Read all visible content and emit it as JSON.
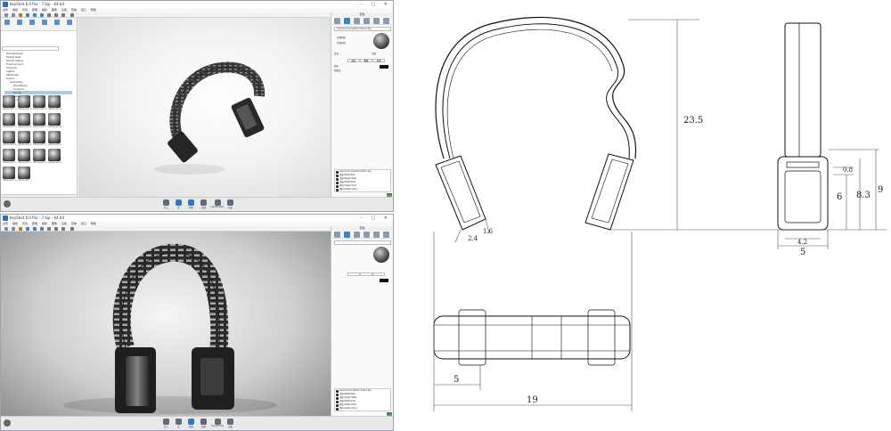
{
  "top_window": {
    "title": "KeyShot 6.0 Pro - 7.bip - 64 bit",
    "menu": [
      "文件",
      "编辑",
      "环境",
      "照明",
      "相机",
      "图像",
      "渲染",
      "查看",
      "窗口",
      "帮助"
    ],
    "left_tree": [
      "Headphones",
      "Model Sets",
      "Studio Setup",
      "Environment",
      "Camera",
      "Lights",
      "Materials",
      "Scene",
      "Geometry",
      "Headband",
      "Cushion",
      "Screw",
      "Speaker",
      "Side Cap"
    ],
    "materials": [
      "Aluminum 1",
      "Aluminum 2",
      "Aluminum 3",
      "Aluminum 4",
      "Aluminum 5",
      "Aluminum 6",
      "Aluminum 7",
      "Aluminum 8",
      "Aluminum 9",
      "Aluminum 10",
      "Aluminum 11",
      "Aluminum 12",
      "Aluminum 13",
      "Aluminum 14",
      "Aluminum 15",
      "Aluminum 16",
      "Aluminum 17",
      "Aluminum 18"
    ],
    "right_panel": {
      "title": "项目",
      "name_field": "Aluminum brushed radial 1.bip",
      "buttons": [
        "查看材质",
        "复制材质"
      ],
      "type_label": "类型",
      "type_value": "金属",
      "segments": [
        "漫反",
        "粗糙",
        "其他"
      ],
      "color_label": "颜色",
      "roughness_label": "粗糙度",
      "list": [
        "Aluminum brushed radial 1.bip",
        "金属 Metal Dark",
        "金属 Rough Steel",
        "金属 Metal Paint",
        "材质 Plastic Hard",
        "塑料 Plastic Shiny"
      ]
    },
    "bottom_buttons": [
      "导入",
      "库",
      "项目",
      "动画",
      "KeyShotVR",
      "渲染"
    ]
  },
  "bottom_window": {
    "title": "KeyShot 6.0 Pro - 7.bip - 64 bit",
    "menu": [
      "文件",
      "编辑",
      "环境",
      "照明",
      "相机",
      "图像",
      "渲染",
      "查看",
      "窗口",
      "帮助"
    ],
    "right_panel": {
      "title": "项目",
      "list": [
        "Aluminum brushed radial 1.bip",
        "金属 Metal Dark",
        "金属 Rough Steel",
        "金属 Metal Paint",
        "材质 Plastic Hard",
        "塑料 Plastic Shiny"
      ]
    },
    "bottom_buttons": [
      "导入",
      "库",
      "项目",
      "动画",
      "KeyShotVR",
      "渲染"
    ]
  },
  "drawing": {
    "dims": {
      "height": "23.5",
      "width": "19",
      "cup_width": "5",
      "side_w1": "2.4",
      "side_w2": "1.6",
      "right_08": "0.8",
      "right_6": "6",
      "right_83": "8.3",
      "right_9": "9",
      "right_42": "4.2",
      "right_5": "5"
    }
  }
}
